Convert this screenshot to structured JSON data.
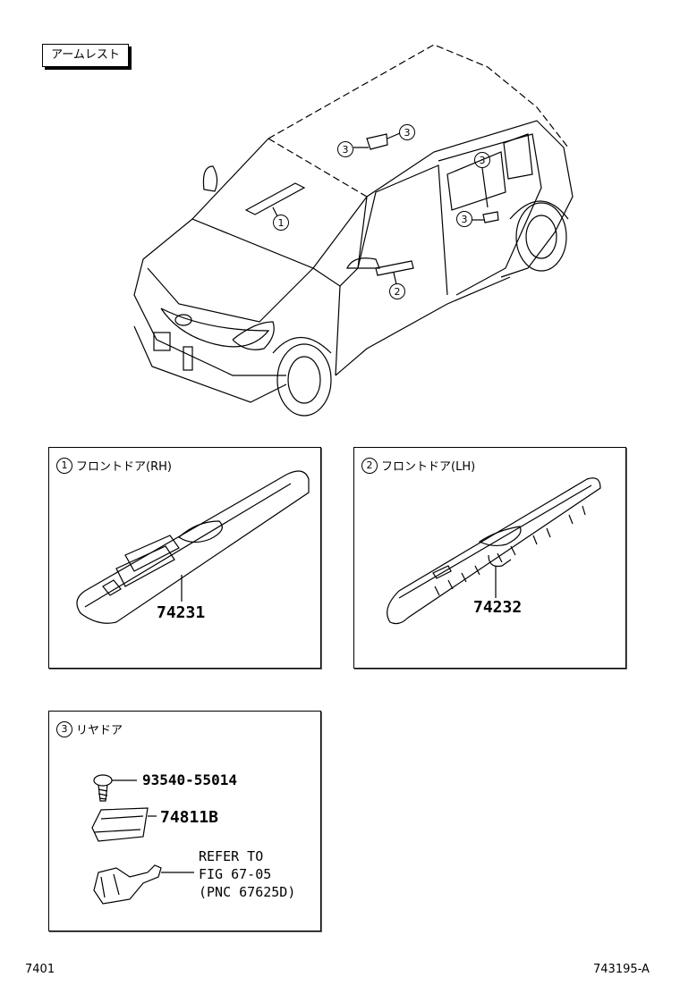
{
  "header": {
    "title": "アームレスト"
  },
  "overview": {
    "callouts": [
      "1",
      "2",
      "3",
      "3",
      "3",
      "3"
    ]
  },
  "panel1": {
    "number": "1",
    "label": "フロントドア(RH)",
    "part_number": "74231"
  },
  "panel2": {
    "number": "2",
    "label": "フロントドア(LH)",
    "part_number": "74232"
  },
  "panel3": {
    "number": "3",
    "label": "リヤドア",
    "parts": [
      "93540-55014",
      "74811B"
    ],
    "refer_lines": [
      "REFER TO",
      "FIG 67-05",
      "(PNC 67625D)"
    ]
  },
  "footer": {
    "left": "7401",
    "right": "743195-A"
  }
}
